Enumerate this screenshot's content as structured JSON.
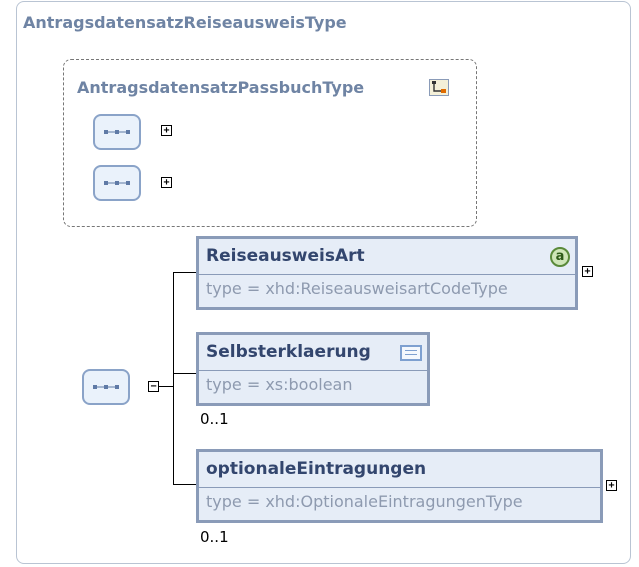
{
  "outer": {
    "title": "AntragsdatensatzReiseausweisType"
  },
  "group": {
    "title": "AntragsdatensatzPassbuchType"
  },
  "elements": [
    {
      "name": "ReiseausweisArt",
      "type": "type = xhd:ReiseausweisartCodeType",
      "occurs": "",
      "attr_icon": "a"
    },
    {
      "name": "Selbsterklaerung",
      "type": "type = xs:boolean",
      "occurs": "0..1"
    },
    {
      "name": "optionaleEintragungen",
      "type": "type = xhd:OptionaleEintragungenType",
      "occurs": "0..1"
    }
  ],
  "toggles": {
    "plus": "+",
    "minus": "−"
  },
  "colors": {
    "title": "#6f84a4",
    "element_border": "#8a9bb8",
    "element_fill": "#e6edf7",
    "type_text": "#8e9aaf"
  }
}
